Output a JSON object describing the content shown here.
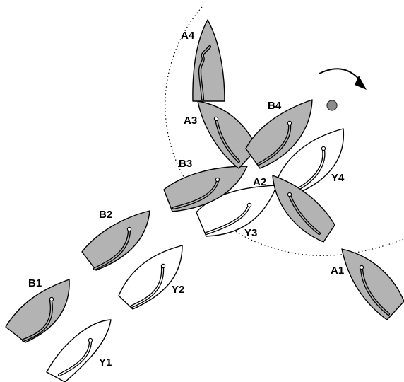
{
  "boats": [
    {
      "id": "A1",
      "label": "A1",
      "fill": "grey"
    },
    {
      "id": "A2",
      "label": "A2",
      "fill": "grey"
    },
    {
      "id": "A3",
      "label": "A3",
      "fill": "grey"
    },
    {
      "id": "A4",
      "label": "A4",
      "fill": "grey"
    },
    {
      "id": "B1",
      "label": "B1",
      "fill": "grey"
    },
    {
      "id": "B2",
      "label": "B2",
      "fill": "grey"
    },
    {
      "id": "B3",
      "label": "B3",
      "fill": "grey"
    },
    {
      "id": "B4",
      "label": "B4",
      "fill": "grey"
    },
    {
      "id": "Y1",
      "label": "Y1",
      "fill": "white"
    },
    {
      "id": "Y2",
      "label": "Y2",
      "fill": "white"
    },
    {
      "id": "Y3",
      "label": "Y3",
      "fill": "white"
    },
    {
      "id": "Y4",
      "label": "Y4",
      "fill": "white"
    }
  ],
  "mark": {
    "color": "#8c8c8c"
  },
  "rounding_direction": "clockwise",
  "colors": {
    "grey_boat": "#b3b3b3",
    "white_boat": "#ffffff",
    "outline": "#000000"
  }
}
